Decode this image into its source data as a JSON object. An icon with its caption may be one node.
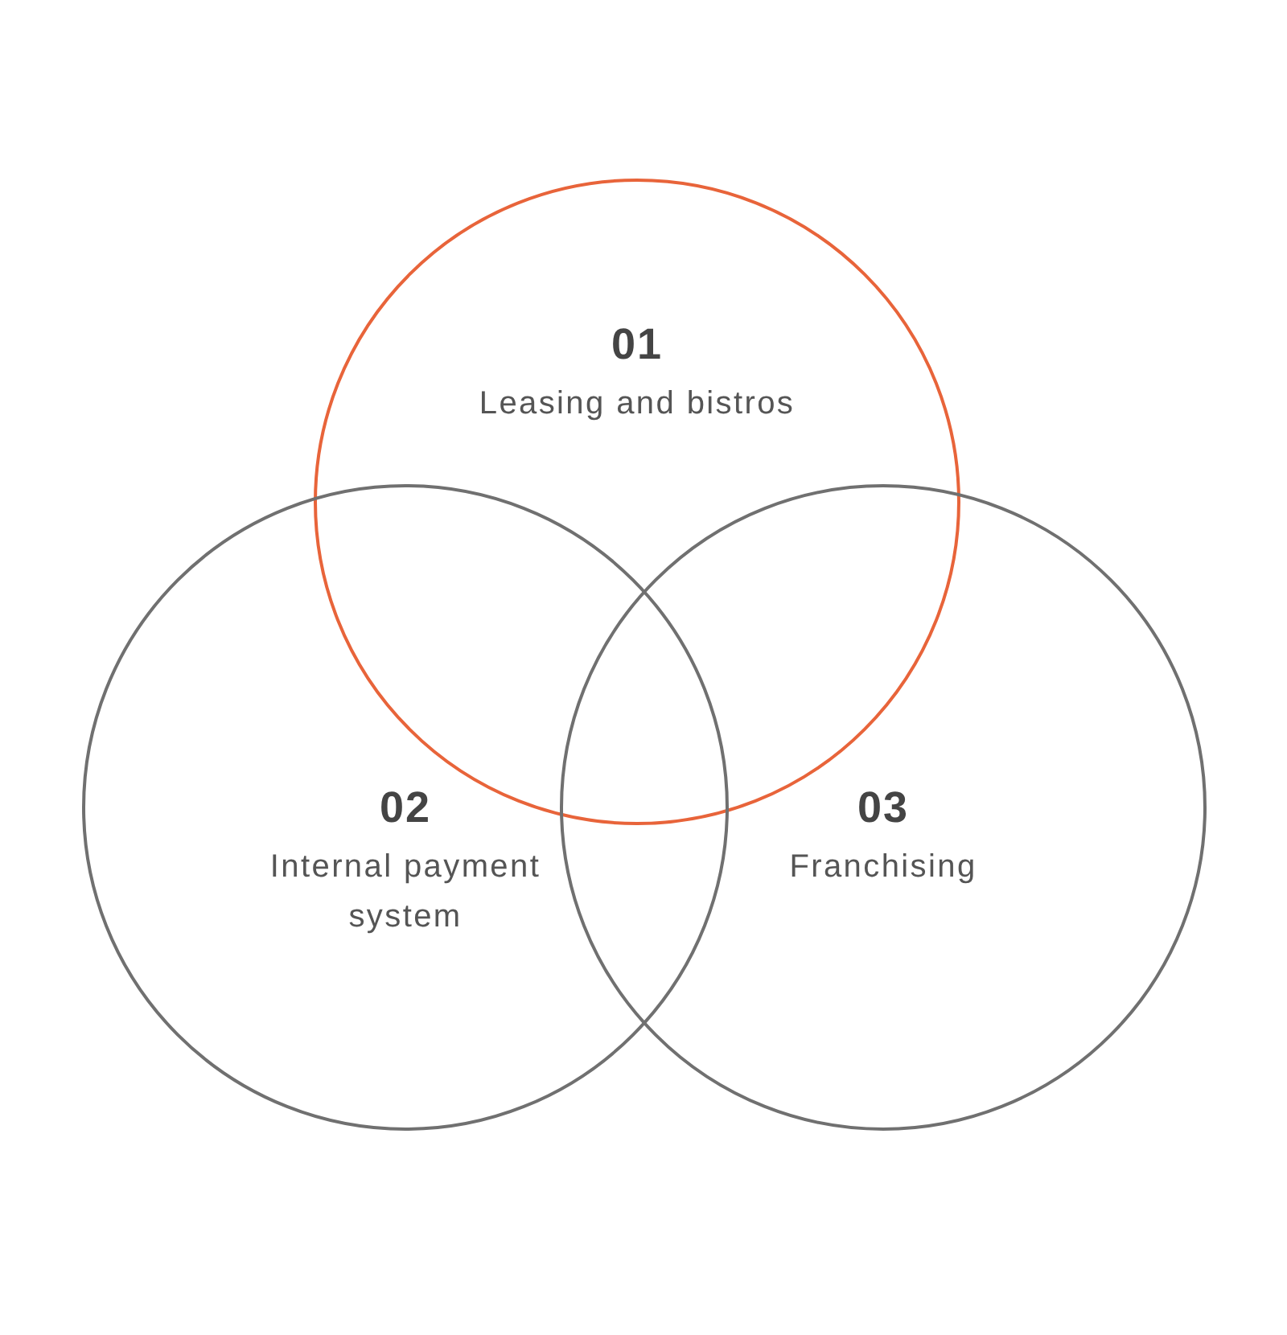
{
  "diagram": {
    "nodes": [
      {
        "text": [
          "01",
          "Leasing and bistros"
        ]
      },
      {
        "text": [
          "02",
          "Internal payment system"
        ]
      },
      {
        "text": [
          "03",
          "Franchising"
        ]
      }
    ]
  }
}
